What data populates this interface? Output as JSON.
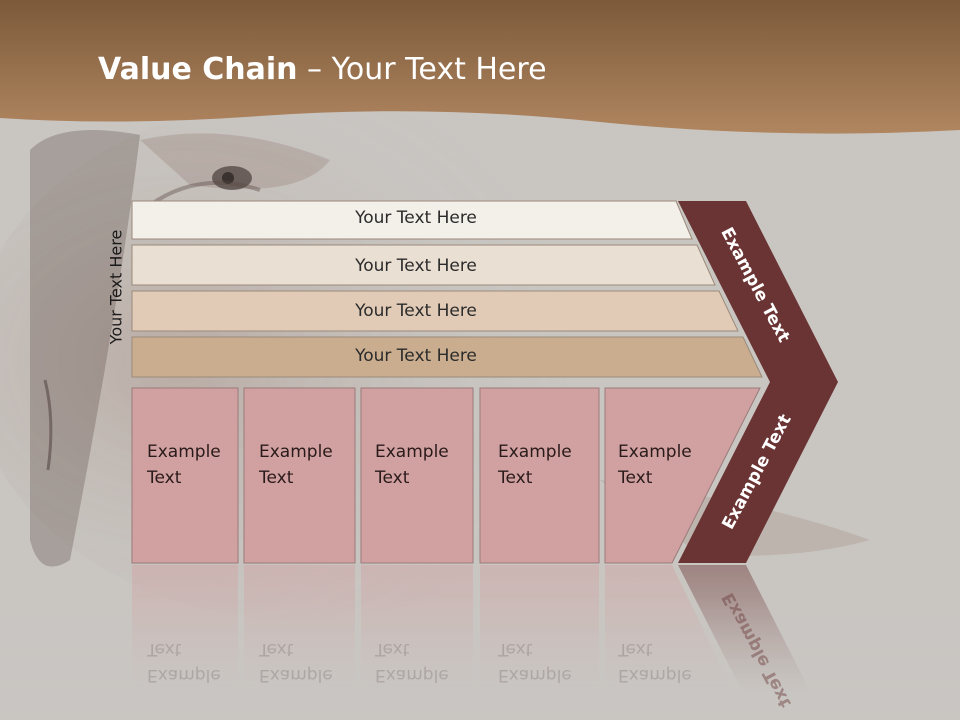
{
  "title": {
    "bold": "Value Chain",
    "rest": " – Your Text Here"
  },
  "side_label": "Your Text Here",
  "rows": [
    "Your Text Here",
    "Your Text Here",
    "Your Text Here",
    "Your Text Here"
  ],
  "cells": [
    "Example\nText",
    "Example\nText",
    "Example\nText",
    "Example\nText",
    "Example\nText"
  ],
  "chevron": {
    "upper": "Example Text",
    "lower": "Example Text"
  },
  "colors": {
    "header_band": "#a07a52",
    "row_1": "#f3efe9",
    "row_2": "#eadfd3",
    "row_3": "#e1cbb6",
    "row_4": "#c9ad8e",
    "cell": "#d1a1a1",
    "chevron": "#6b3434"
  }
}
